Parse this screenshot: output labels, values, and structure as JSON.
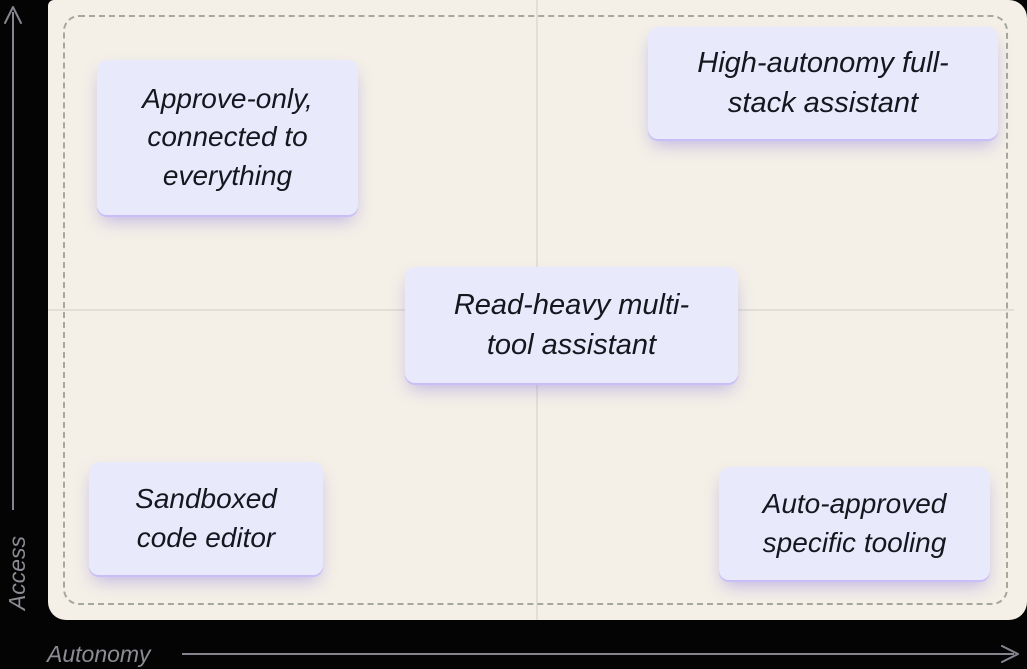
{
  "figure": {
    "type": "quadrant-diagram",
    "colors": {
      "background": "#040404",
      "panel": "#f4f0e7",
      "card": "#e9e9fc",
      "card_text": "#16161f",
      "card_shadow": "#b9a8ec",
      "dashed_border": "#a6a89d",
      "quadrant_line": "#e3dfd5",
      "axis": "#85858f",
      "axis_label": "#8d8b94"
    }
  },
  "axes": {
    "x_label": "Autonomy",
    "y_label": "Access"
  },
  "quadrant_items": [
    {
      "position": "top-left",
      "label": "Approve-only,\nconnected to\neverything"
    },
    {
      "position": "top-right",
      "label": "High-autonomy full-\nstack assistant"
    },
    {
      "position": "center",
      "label": "Read-heavy multi-\ntool assistant"
    },
    {
      "position": "bottom-left",
      "label": "Sandboxed\ncode editor"
    },
    {
      "position": "bottom-right",
      "label": "Auto-approved\nspecific tooling"
    }
  ]
}
